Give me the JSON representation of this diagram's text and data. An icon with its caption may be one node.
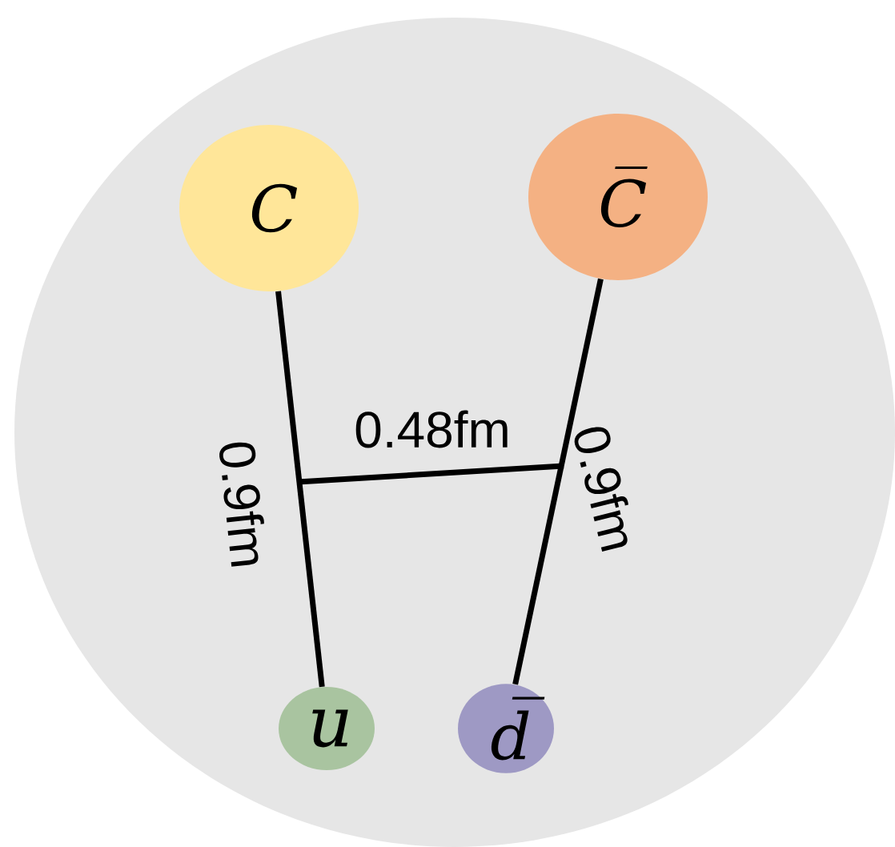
{
  "diagram": {
    "nodes": [
      {
        "text": [],
        "shape": "circle"
      },
      {
        "text": [
          "C"
        ],
        "in": 0
      },
      {
        "text": [
          "C̅"
        ],
        "in": 0
      },
      {
        "text": [
          "u"
        ],
        "in": 0
      },
      {
        "text": [
          "d̅"
        ],
        "in": 0
      }
    ],
    "edges": [
      {
        "from": 1,
        "to": 3,
        "arrow": "none",
        "label": "0.9fm"
      },
      {
        "from": 2,
        "to": 4,
        "arrow": "none",
        "label": "0.9fm"
      }
    ],
    "labels": [
      "0.48fm"
    ]
  }
}
